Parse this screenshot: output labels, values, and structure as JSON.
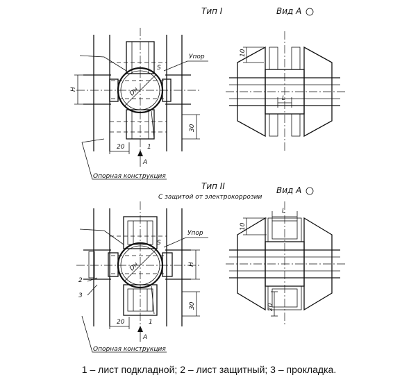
{
  "type1": {
    "title": "Тип I",
    "view_title": "Вид А",
    "label_stop": "Упор",
    "label_support": "Опорная конструкция",
    "dim_h": "H",
    "dim_s": "S",
    "dim_d": "Dн",
    "dim_20": "20",
    "dim_30": "30",
    "dim_10": "10",
    "dim_l": "L",
    "label_1": "1",
    "arrow_a": "A"
  },
  "type2": {
    "title": "Тип II",
    "subtitle": "С защитой от электрокоррозии",
    "view_title": "Вид А",
    "label_stop": "Упор",
    "label_support": "Опорная конструкция",
    "dim_h": "H",
    "dim_s": "S",
    "dim_d": "Dн",
    "dim_20": "20",
    "dim_30": "30",
    "dim_10": "10",
    "dim_20b": "20",
    "dim_l": "L",
    "label_1": "1",
    "label_2": "2",
    "label_3": "3",
    "arrow_a": "A"
  },
  "caption": "1 – лист подкладной;  2 – лист защитный;  3 – прокладка."
}
